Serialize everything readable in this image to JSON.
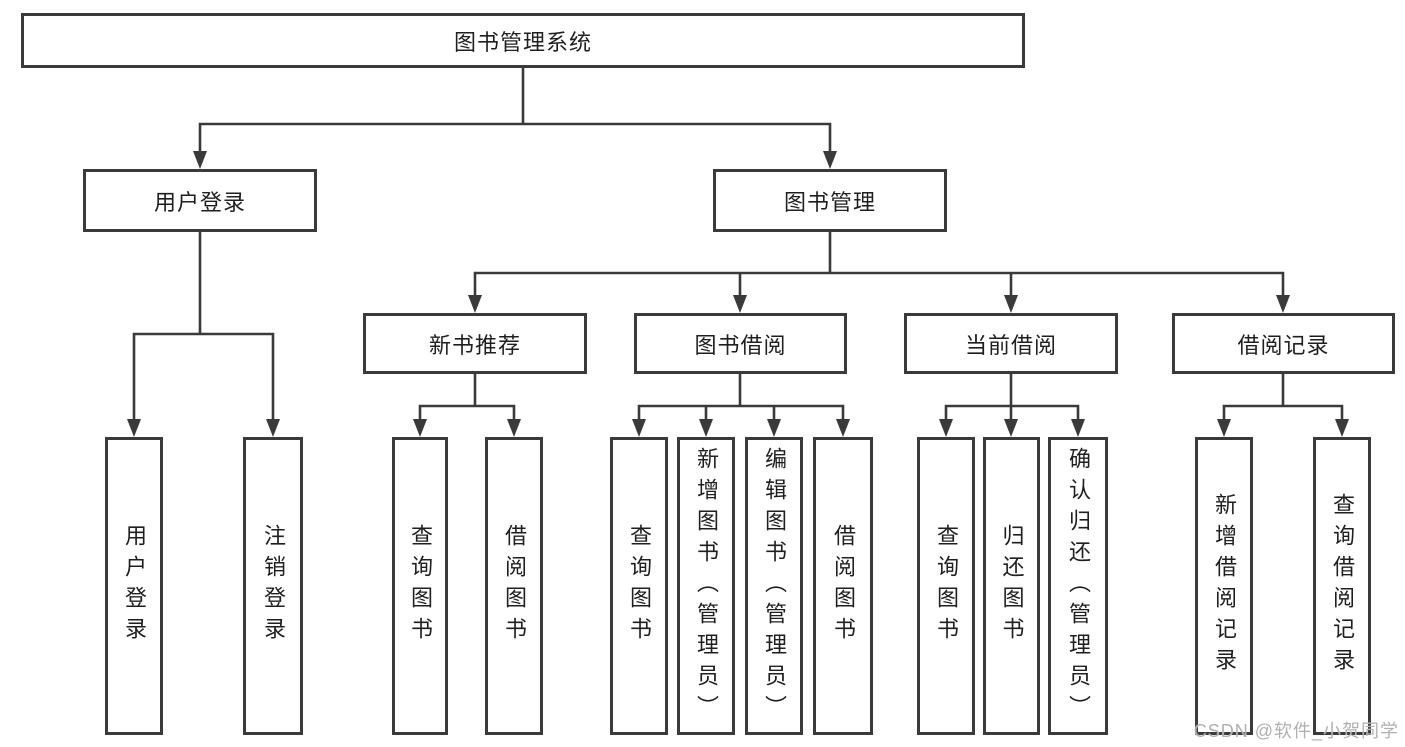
{
  "diagram": {
    "root": {
      "label": "图书管理系统"
    },
    "user_login": {
      "label": "用户登录",
      "children": {
        "login": "用户登录",
        "logout": "注销登录"
      }
    },
    "book_mgmt": {
      "label": "图书管理",
      "new_book_rec": {
        "label": "新书推荐",
        "children": {
          "query": "查询图书",
          "borrow": "借阅图书"
        }
      },
      "book_borrow": {
        "label": "图书借阅",
        "children": {
          "query": "查询图书",
          "add": "新增图书（管理员）",
          "edit": "编辑图书（管理员）",
          "borrow": "借阅图书"
        }
      },
      "current_borrow": {
        "label": "当前借阅",
        "children": {
          "query": "查询图书",
          "return": "归还图书",
          "confirm": "确认归还（管理员）"
        }
      },
      "borrow_records": {
        "label": "借阅记录",
        "children": {
          "add": "新增借阅记录",
          "query": "查询借阅记录"
        }
      }
    }
  },
  "watermark": {
    "text": "CSDN @软件_小贺同学"
  },
  "colors": {
    "line": "#3a3a3a",
    "text": "#1f1f1f",
    "watermark": "#b0b0b0",
    "background": "#ffffff"
  }
}
